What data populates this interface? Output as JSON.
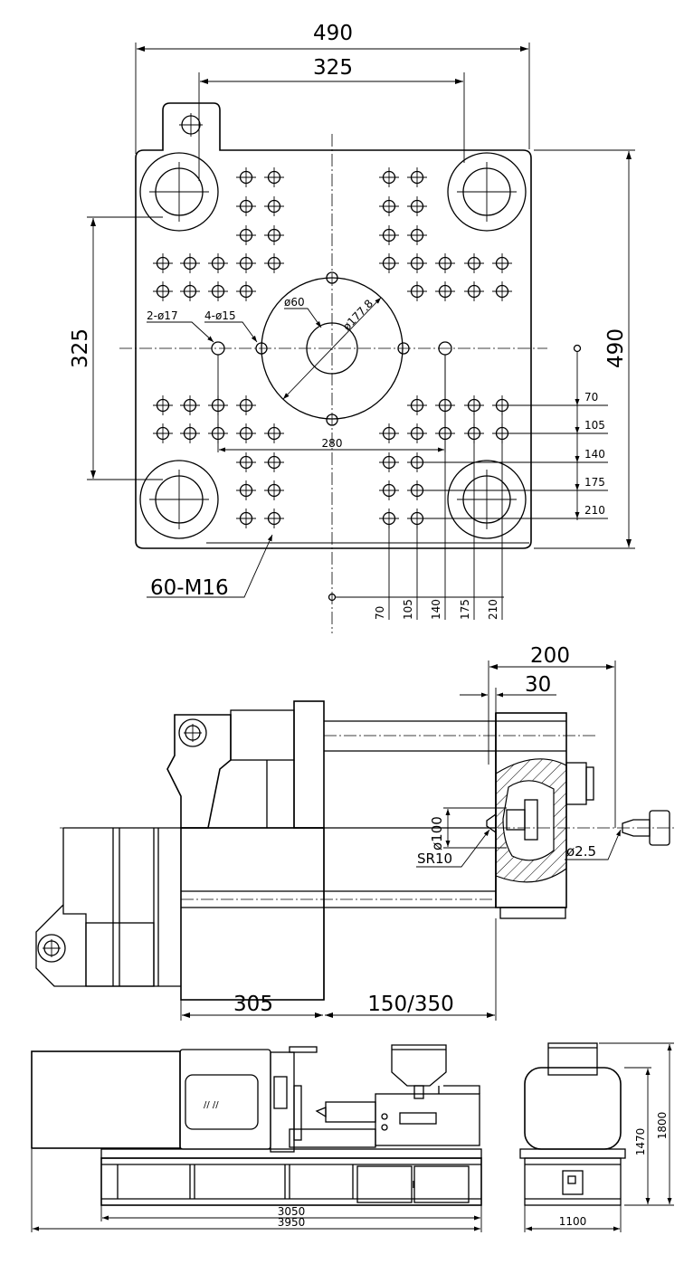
{
  "platen_view": {
    "width_label": "490",
    "tiebar_h_label": "325",
    "tiebar_v_label": "325",
    "height_label": "490",
    "bolt_holes_label": "60-M16",
    "ejector_holes_label": "2-ø17",
    "locating_holes_label": "4-ø15",
    "center_bore_label": "ø60",
    "pcd_label": "ø177.8",
    "span_label": "280",
    "v_offsets": [
      "70",
      "105",
      "140",
      "175",
      "210"
    ],
    "h_offsets": [
      "70",
      "105",
      "140",
      "175",
      "210"
    ]
  },
  "side_view": {
    "stroke_total_label": "200",
    "offset_label": "30",
    "nozzle_dia_label": "ø100",
    "orifice_label": "ø2.5",
    "radius_label": "SR10",
    "mould_dim_label": "305",
    "mould_range_label": "150/350"
  },
  "machine_view": {
    "length_inner_label": "3050",
    "length_total_label": "3950",
    "width_label": "1100",
    "height_inner_label": "1470",
    "height_total_label": "1800"
  }
}
